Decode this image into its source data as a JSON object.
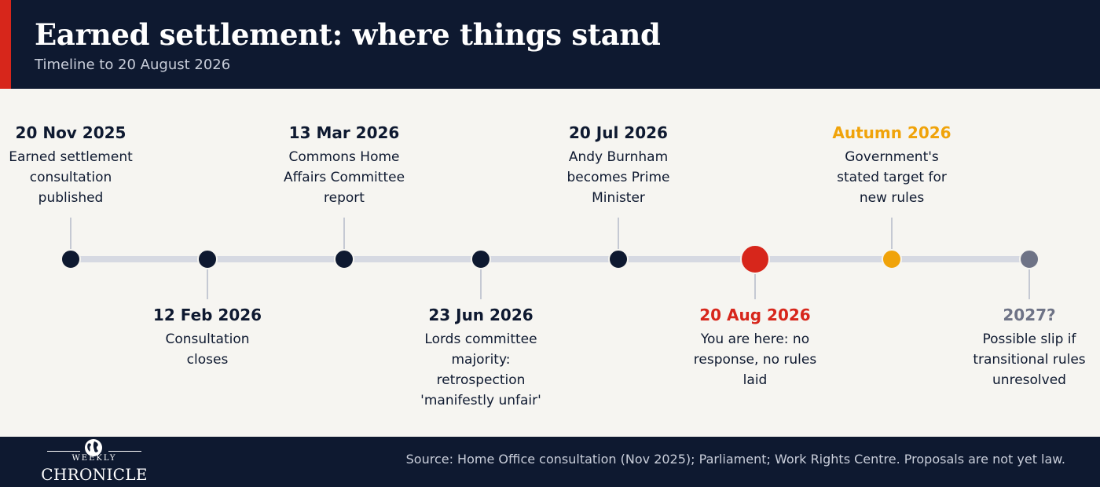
{
  "header": {
    "title": "Earned settlement: where things stand",
    "subtitle": "Timeline to 20 August 2026"
  },
  "colors": {
    "navy": "#0e1930",
    "red": "#d7261b",
    "amber": "#f0a30a",
    "grey": "#6e7386",
    "track": "#d6d9e2"
  },
  "events": [
    {
      "date": "20 Nov 2025",
      "description": "Earned settlement consultation published",
      "status": "past"
    },
    {
      "date": "12 Feb 2026",
      "description": "Consultation closes",
      "status": "past"
    },
    {
      "date": "13 Mar 2026",
      "description": "Commons Home Affairs Committee report",
      "status": "past"
    },
    {
      "date": "23 Jun 2026",
      "description": "Lords committee majority: retrospection 'manifestly unfair'",
      "status": "past"
    },
    {
      "date": "20 Jul 2026",
      "description": "Andy Burnham becomes Prime Minister",
      "status": "past"
    },
    {
      "date": "20 Aug 2026",
      "description": "You are here: no response, no rules laid",
      "status": "current"
    },
    {
      "date": "Autumn 2026",
      "description": "Government's stated target for new rules",
      "status": "target"
    },
    {
      "date": "2027?",
      "description": "Possible slip if transitional rules unresolved",
      "status": "possible"
    }
  ],
  "footer": {
    "logo_top": "WEEKLY",
    "logo_name": "CHRONICLE",
    "source": "Source: Home Office consultation (Nov 2025); Parliament; Work Rights Centre. Proposals are not yet law."
  }
}
